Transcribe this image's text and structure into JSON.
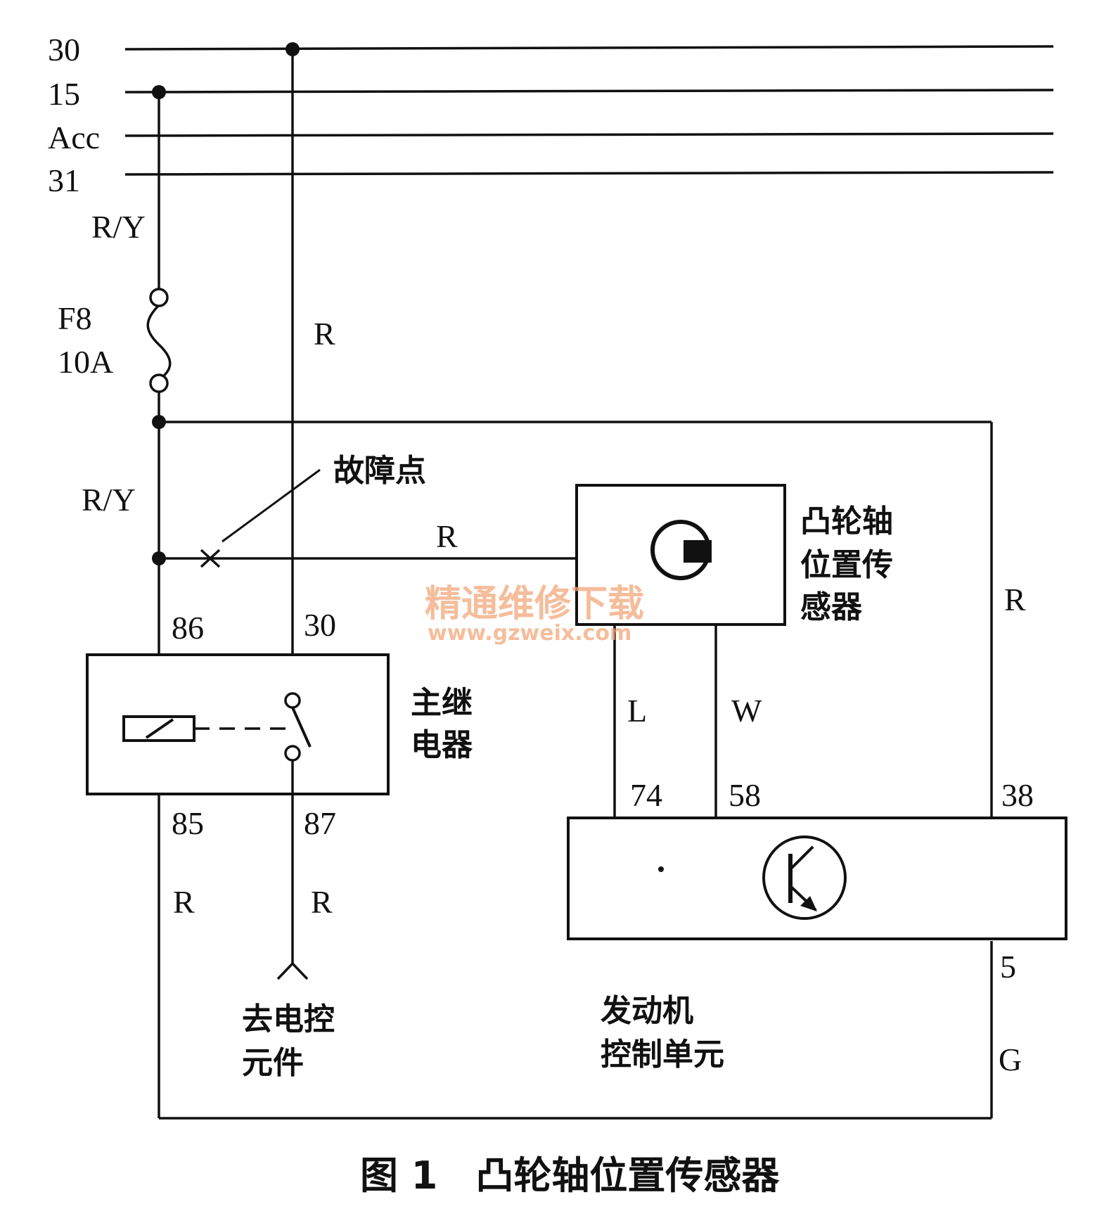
{
  "buses": [
    "30",
    "15",
    "Acc",
    "31"
  ],
  "wire_labels": {
    "ry_top": "R/Y",
    "ry_mid": "R/Y",
    "r_main": "R",
    "r_sensor": "R",
    "r_right": "R",
    "r_85": "R",
    "r_87": "R",
    "l": "L",
    "w": "W",
    "g": "G"
  },
  "fuse": {
    "name": "F8",
    "rating": "10A"
  },
  "fault_point": "故障点",
  "relay": {
    "name_line1": "主继",
    "name_line2": "电器",
    "pin_86": "86",
    "pin_30": "30",
    "pin_85": "85",
    "pin_87": "87"
  },
  "sensor": {
    "line1": "凸轮轴",
    "line2": "位置传",
    "line3": "感器"
  },
  "ecu": {
    "line1": "发动机",
    "line2": "控制单元",
    "pin_74": "74",
    "pin_58": "58",
    "pin_38": "38",
    "pin_5": "5"
  },
  "output": {
    "line1": "去电控",
    "line2": "元件"
  },
  "watermark": {
    "line1": "精通维修下载",
    "line2": "www.gzweix.com"
  },
  "caption": "图 1　凸轮轴位置传感器"
}
